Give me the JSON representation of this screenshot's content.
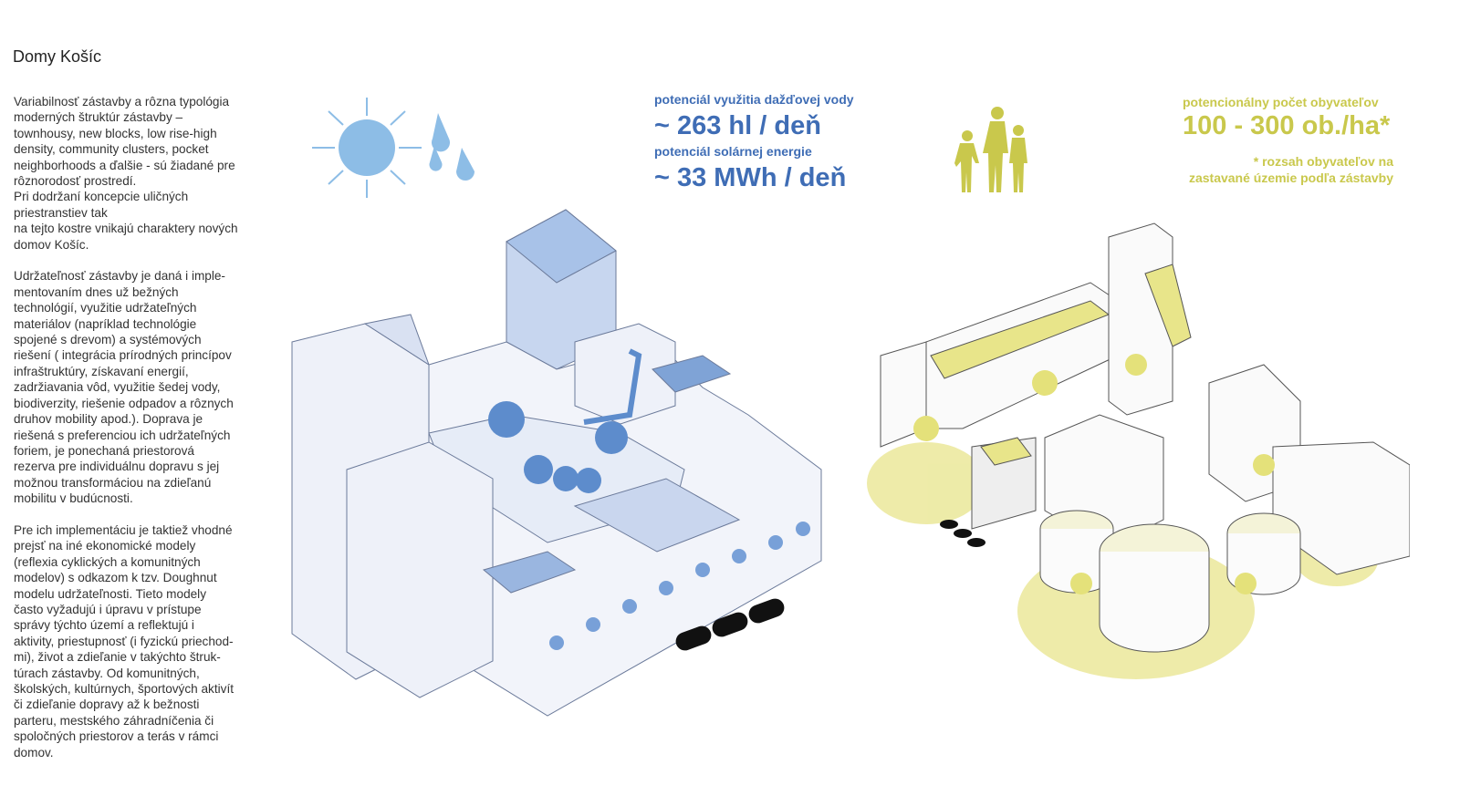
{
  "title": "Domy Košíc",
  "paragraphs": [
    "Variabilnosť zástavby a rôzna typológia\nmoderných štruktúr zástavby –\ntownhousy, new blocks, low rise-high\ndensity, community clusters, pocket\nneighborhoods a ďalšie - sú žiadané pre\nrôznorodosť prostredí.\nPri dodržaní koncepcie uličných\npriestranstiev tak\nna tejto kostre vnikajú charaktery nových\ndomov Košíc.",
    "Udržateľnosť zástavby je daná i imple-\nmentovaním dnes už bežných\ntechnológií, využitie udržateľných\nmateriálov (napríklad technológie\nspojené s drevom) a systémových\nriešení ( integrácia prírodných princípov\ninfraštruktúry, získavaní energií,\nzadržiavania vôd, využitie šedej vody,\nbiodiverzity, riešenie odpadov a rôznych\ndruhov mobility apod.). Doprava je\nriešená s preferenciou ich udržateľných\nforiem, je ponechaná priestorová\nrezerva pre individuálnu dopravu s jej\nmožnou transformáciou na zdieľanú\nmobilitu v budúcnosti.",
    "Pre ich implementáciu je taktiež vhodné\nprejsť na iné ekonomické modely\n(reflexia cyklických a komunitných\nmodelov) s odkazom k tzv. Doughnut\nmodelu udržateľnosti. Tieto modely\nčasto vyžadujú i úpravu v prístupe\nsprávy týchto území a reflektujú i\naktivity, priestupnosť (i fyzickú priechod-\nmi), život a zdieľanie v takýchto štruk-\ntúrach zástavby. Od komunitných,\nškolských, kultúrnych, športových aktivít\nči zdieľanie dopravy až k bežnosti\nparteru, mestského záhradníčenia či\nspoločných priestorov a terás v rámci\ndomov."
  ],
  "sustainability": {
    "rain_label": "potenciál využitia dažďovej vody",
    "rain_value": "~ 263 hl / deň",
    "solar_label": "potenciál solárnej energie",
    "solar_value": "~ 33 MWh / deň",
    "icons": [
      "sun-icon",
      "raindrops-icon"
    ],
    "color": "#3f6db5"
  },
  "population": {
    "label": "potencionálny počet obyvateľov",
    "value": "100 - 300 ob./ha*",
    "note_line1": "* rozsah obyvateľov na",
    "note_line2": "zastavané územie podľa zástavby",
    "icons": [
      "family-icon"
    ],
    "color": "#c9c84c"
  }
}
